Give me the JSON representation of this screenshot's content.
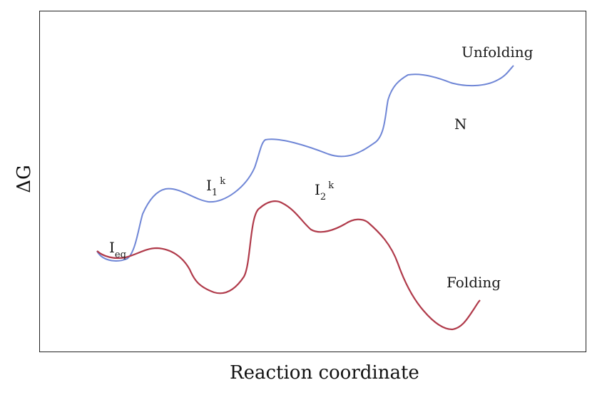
{
  "axes": {
    "ylabel": "ΔG",
    "xlabel": "Reaction coordinate"
  },
  "curves": {
    "unfolding": {
      "label": "Unfolding",
      "color": "#6f86d6"
    },
    "folding": {
      "label": "Folding",
      "color": "#b03a4a"
    }
  },
  "states": {
    "native": "N",
    "ieq_main": "I",
    "ieq_sub": "eq",
    "i1_main": "I",
    "i1_sub": "1",
    "i1_sup": "k",
    "i2_main": "I",
    "i2_sub": "2",
    "i2_sup": "k"
  }
}
